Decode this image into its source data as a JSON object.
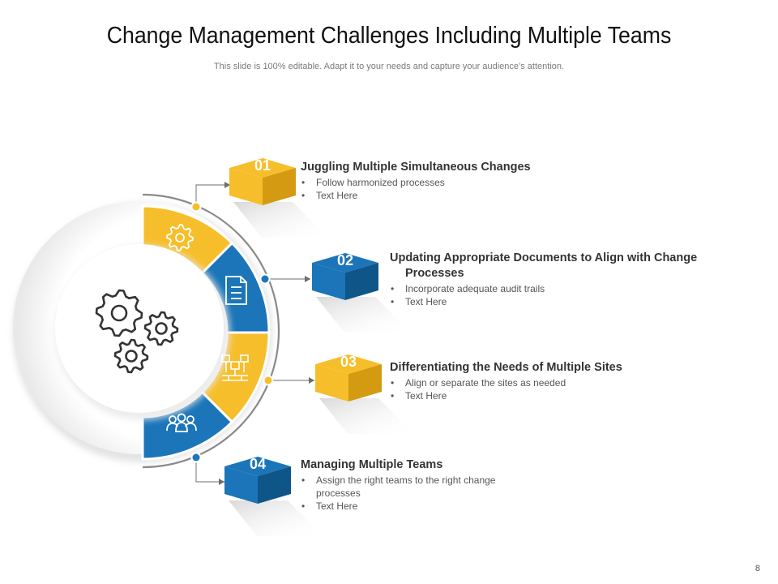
{
  "title": "Change Management Challenges Including Multiple Teams",
  "subtitle": "This slide is 100% editable. Adapt it to your needs and capture your audience’s attention.",
  "page_number": "8",
  "colors": {
    "yellow": "#F7BE2B",
    "yellow_dark": "#D49A12",
    "blue": "#1B75B8",
    "blue_dark": "#0F5688",
    "gray": "#8A8A8A"
  },
  "items": [
    {
      "number": "01",
      "heading": "Juggling Multiple  Simultaneous Changes",
      "bullets": [
        "Follow harmonized processes",
        "Text Here"
      ],
      "color": "yellow",
      "icon": "gears-icon"
    },
    {
      "number": "02",
      "heading": "Updating Appropriate Documents to Align with Change",
      "heading_cont": "Processes",
      "bullets": [
        "Incorporate  adequate  audit trails",
        "Text Here"
      ],
      "color": "blue",
      "icon": "document-icon"
    },
    {
      "number": "03",
      "heading": "Differentiating the Needs of Multiple  Sites",
      "bullets": [
        "Align or separate the sites as needed",
        "Text Here"
      ],
      "color": "yellow",
      "icon": "network-icon"
    },
    {
      "number": "04",
      "heading": "Managing Multiple  Teams",
      "bullets": [
        "Assign the right teams to the right change",
        "Text Here"
      ],
      "bullet_cont": "processes",
      "color": "blue",
      "icon": "team-icon"
    }
  ]
}
